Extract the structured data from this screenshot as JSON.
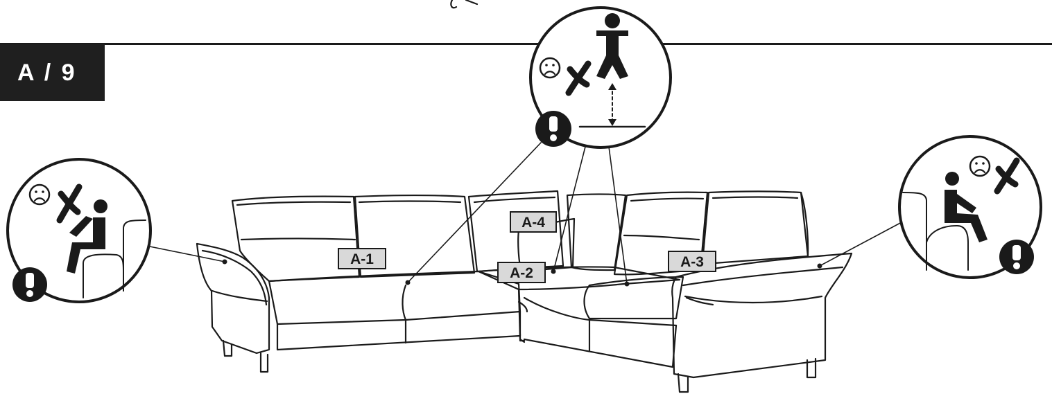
{
  "step": {
    "label": "A / 9"
  },
  "parts": [
    {
      "id": "a1",
      "label": "A-1"
    },
    {
      "id": "a2",
      "label": "A-2"
    },
    {
      "id": "a3",
      "label": "A-3"
    },
    {
      "id": "a4",
      "label": "A-4"
    }
  ],
  "warnings": {
    "left": {
      "icons": [
        "sad-face-icon",
        "cross-mark-icon",
        "person-sitting-on-armrest-icon",
        "exclamation-badge-icon"
      ]
    },
    "center": {
      "icons": [
        "sad-face-icon",
        "cross-mark-icon",
        "person-jumping-icon",
        "height-arrow-icon",
        "exclamation-badge-icon"
      ]
    },
    "right": {
      "icons": [
        "sad-face-icon",
        "cross-mark-icon",
        "person-sitting-on-armrest-icon",
        "exclamation-badge-icon"
      ]
    }
  },
  "colors": {
    "ink": "#1a1a1a",
    "badge_bg": "#1f1f1f",
    "label_bg": "#d9d9d9"
  }
}
